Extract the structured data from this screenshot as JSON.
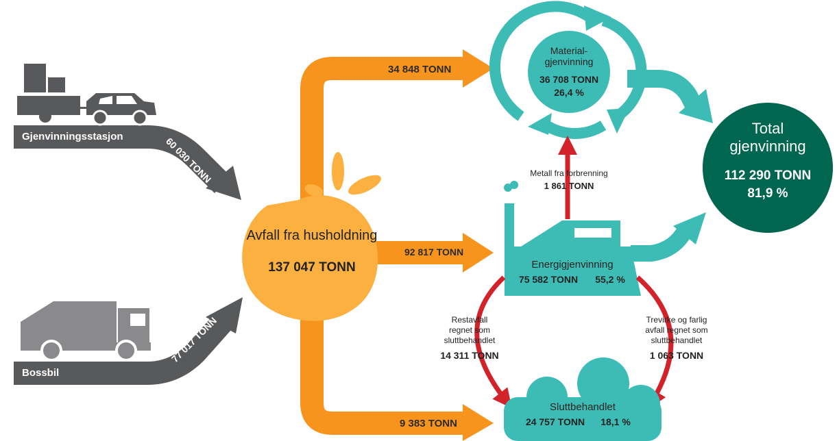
{
  "colors": {
    "orange": "#f7941d",
    "bag": "#fbb040",
    "teal": "#3cbcb4",
    "dark_green": "#00664f",
    "grey": "#58595b",
    "red": "#d2232a"
  },
  "sources": {
    "station": {
      "label": "Gjenvinningsstasjon",
      "amount": "60 030 TONN",
      "icon": "car-trailer-icon"
    },
    "truck": {
      "label": "Bossbil",
      "amount": "77 017 TONN",
      "icon": "garbage-truck-icon"
    }
  },
  "center": {
    "title": "Avfall fra husholdning",
    "amount": "137 047 TONN",
    "icon": "garbage-bag-icon"
  },
  "flows": {
    "to_material": "34 848 TONN",
    "to_energy": "92 817 TONN",
    "to_final": "9 383 TONN"
  },
  "material": {
    "title_line1": "Material-",
    "title_line2": "gjenvinning",
    "amount": "36 708 TONN",
    "percent": "26,4 %"
  },
  "energy": {
    "title": "Energigjenvinning",
    "amount": "75 582 TONN",
    "percent": "55,2 %"
  },
  "metal": {
    "label": "Metall fra forbrenning",
    "amount": "1 861 TONN"
  },
  "rest": {
    "line1": "Restavfall",
    "line2": "regnet som",
    "line3": "sluttbehandlet",
    "amount": "14 311 TONN"
  },
  "wood": {
    "line1": "Trevirke og farlig",
    "line2": "avfall regnet som",
    "line3": "sluttbehandlet",
    "amount": "1 063 TONN"
  },
  "final": {
    "title": "Sluttbehandlet",
    "amount": "24 757 TONN",
    "percent": "18,1 %"
  },
  "total": {
    "line1": "Total",
    "line2": "gjenvinning",
    "amount": "112 290 TONN",
    "percent": "81,9 %"
  }
}
